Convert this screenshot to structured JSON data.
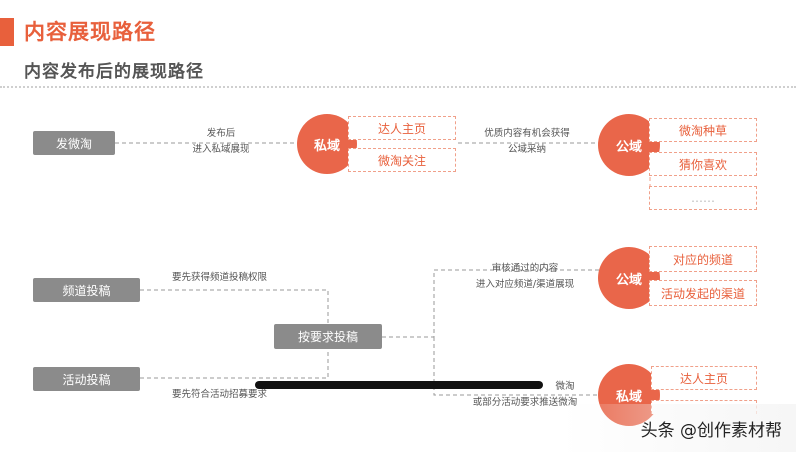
{
  "header": {
    "title": "内容展现路径",
    "subtitle": "内容发布后的展现路径"
  },
  "row1": {
    "start": "发微淘",
    "note1_line1": "发布后",
    "note1_line2": "进入私域展现",
    "private_circle": "私域",
    "private_items": [
      "达人主页",
      "微淘关注"
    ],
    "note2_line1": "优质内容有机会获得",
    "note2_line2": "公域采纳",
    "public_circle": "公域",
    "public_items": [
      "微淘种草",
      "猜你喜欢",
      "……"
    ]
  },
  "row2": {
    "source1": "频道投稿",
    "source1_note": "要先获得频道投稿权限",
    "source2": "活动投稿",
    "source2_note": "要先符合活动招募要求",
    "merge": "按要求投稿",
    "upper_note_line1": "审核通过的内容",
    "upper_note_line2": "进入对应频道/渠道展现",
    "public_circle": "公域",
    "public_items": [
      "对应的频道",
      "活动发起的渠道"
    ],
    "lower_note_line1": "微淘",
    "lower_note_line2": "或部分活动要求推送微淘",
    "private_circle": "私域",
    "private_items": [
      "达人主页"
    ]
  },
  "watermark": "头条 @创作素材帮"
}
